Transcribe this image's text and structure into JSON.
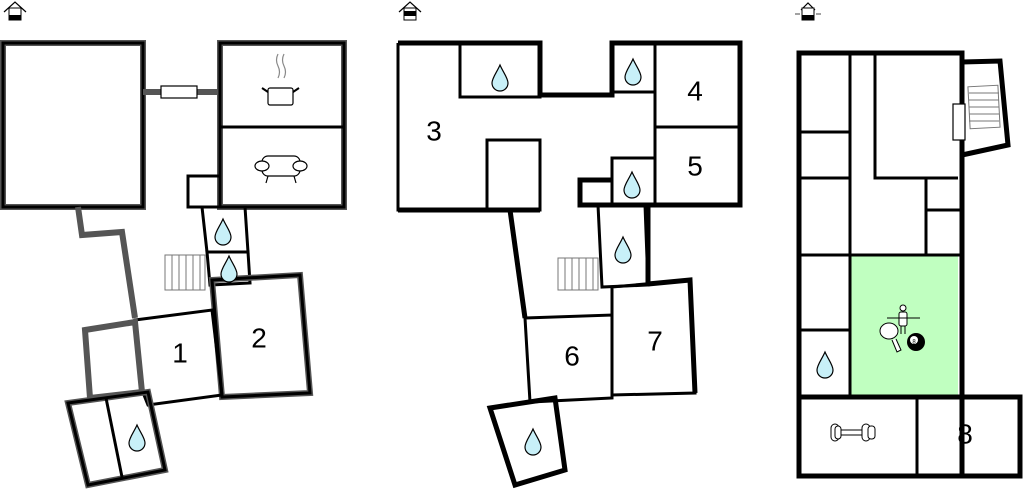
{
  "floors": [
    {
      "name": "ground-floor",
      "level_icon": "house-ground-floor-icon",
      "wall_color": "#555555",
      "rooms": [
        {
          "label": "1"
        },
        {
          "label": "2"
        }
      ],
      "icons": [
        "kitchen-pot-icon",
        "sofa-icon",
        "water-drop-icon",
        "water-drop-icon",
        "water-drop-icon",
        "stairs-icon"
      ]
    },
    {
      "name": "first-floor",
      "level_icon": "house-upper-floor-icon",
      "wall_color": "#000000",
      "rooms": [
        {
          "label": "3"
        },
        {
          "label": "4"
        },
        {
          "label": "5"
        },
        {
          "label": "6"
        },
        {
          "label": "7"
        }
      ],
      "icons": [
        "water-drop-icon",
        "water-drop-icon",
        "water-drop-icon",
        "water-drop-icon",
        "water-drop-icon",
        "stairs-icon"
      ]
    },
    {
      "name": "basement",
      "level_icon": "house-basement-icon",
      "wall_color": "#000000",
      "rooms": [
        {
          "label": "8"
        }
      ],
      "icons": [
        "water-drop-icon",
        "foosball-icon",
        "ping-pong-icon",
        "billiard-ball-icon",
        "dumbbell-icon",
        "stairs-icon"
      ],
      "highlight_color": "#c0ffc0",
      "billiard_ball_label": "8"
    }
  ],
  "colors": {
    "water": "#c8f0f8",
    "games_room": "#c0ffc0"
  }
}
